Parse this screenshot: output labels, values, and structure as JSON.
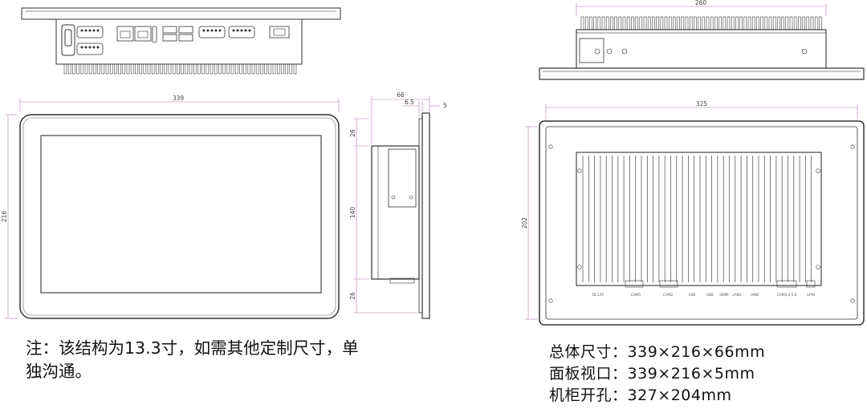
{
  "dims": {
    "front_width": "339",
    "front_height": "216",
    "side_depth": "66",
    "side_bezel": "6.5",
    "side_panel": "5",
    "side_top": "26",
    "side_mid": "140",
    "side_bottom": "26",
    "top_width": "260",
    "back_width": "325",
    "back_height": "202"
  },
  "ports": [
    "DC12V",
    "COM1",
    "COM2",
    "USB",
    "USB",
    "HDMI",
    "LAN1",
    "LAN2",
    "COM3,4,5,6",
    "GPIO"
  ],
  "note": "注：该结构为13.3寸，如需其他定制尺寸，单独沟通。",
  "specs": [
    {
      "label": "总体尺寸：",
      "value": "339×216×66mm"
    },
    {
      "label": "面板视口：",
      "value": "339×216×5mm"
    },
    {
      "label": "机柜开孔：",
      "value": "327×204mm"
    }
  ],
  "colors": {
    "line": "#333333",
    "dim": "#b07ab0",
    "fin": "#444444"
  }
}
